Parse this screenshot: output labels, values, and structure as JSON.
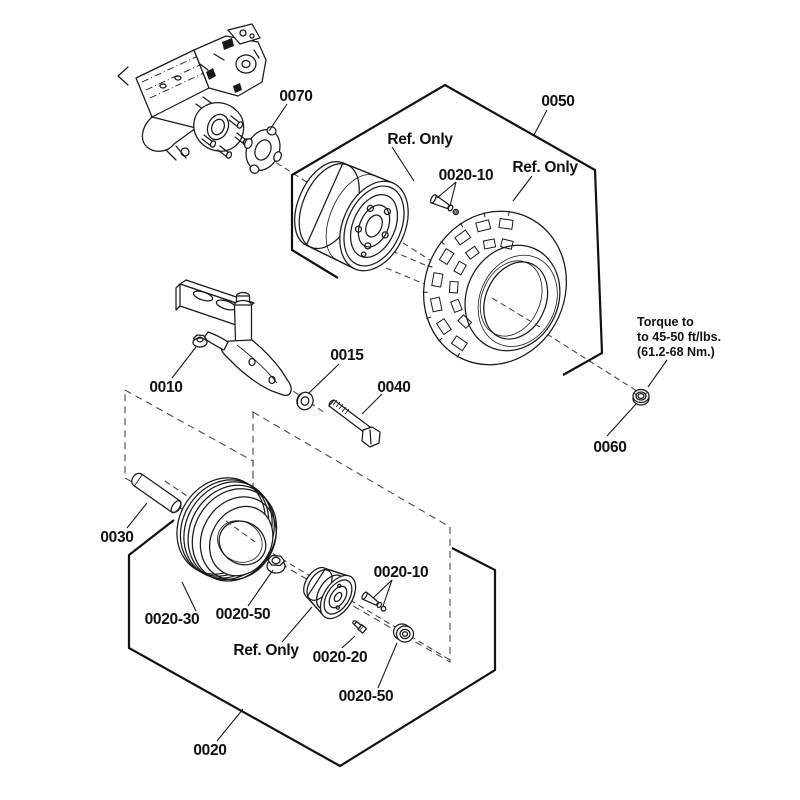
{
  "diagram": {
    "title": "caster-wheel-exploded-parts-diagram",
    "callouts": {
      "ref_only": "Ref. Only",
      "c0070": "0070",
      "c0050": "0050",
      "c0020_10": "0020-10",
      "c0060": "0060",
      "c0010": "0010",
      "c0015": "0015",
      "c0040": "0040",
      "c0030": "0030",
      "c0020_30": "0020-30",
      "c0020_50": "0020-50",
      "c0020_20": "0020-20",
      "c0020": "0020"
    },
    "torque_note": {
      "line1": "Torque to",
      "line2": "to 45-50 ft/lbs.",
      "line3": "(61.2-68 Nm.)"
    },
    "colors": {
      "line": "#1a1a1a",
      "dash": "#4a4a4a",
      "background": "#ffffff"
    }
  }
}
